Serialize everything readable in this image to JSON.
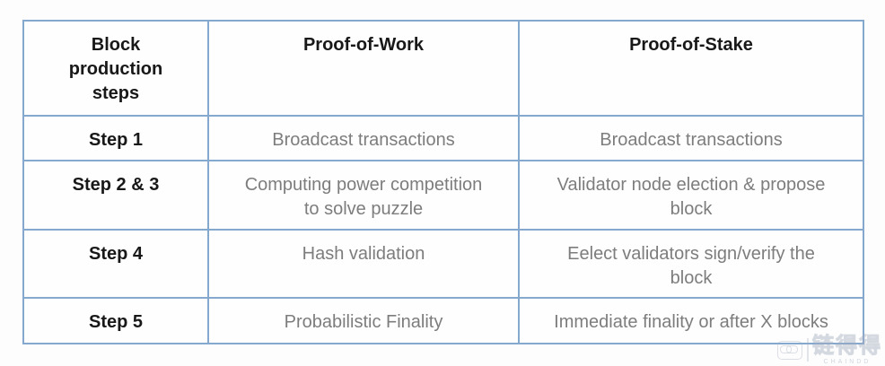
{
  "table": {
    "columns": [
      "Block\nproduction\nsteps",
      "Proof-of-Work",
      "Proof-of-Stake"
    ],
    "rows": [
      {
        "step": "Step 1",
        "pow": "Broadcast transactions",
        "pos": "Broadcast transactions"
      },
      {
        "step": "Step 2 & 3",
        "pow": "Computing power competition\nto solve puzzle",
        "pos": "Validator node election & propose\nblock"
      },
      {
        "step": "Step 4",
        "pow": "Hash validation",
        "pos": "Eelect validators sign/verify the\nblock"
      },
      {
        "step": "Step 5",
        "pow": "Probabilistic Finality",
        "pos": "Immediate finality or after X blocks"
      }
    ]
  },
  "watermark": {
    "icon": "chain-link-icon",
    "cn": "链得得",
    "en": "CHAINDD"
  },
  "colors": {
    "border": "#85a8cf",
    "header_text": "#181818",
    "body_text": "#7d7d7d",
    "background": "#fdfdfd"
  }
}
